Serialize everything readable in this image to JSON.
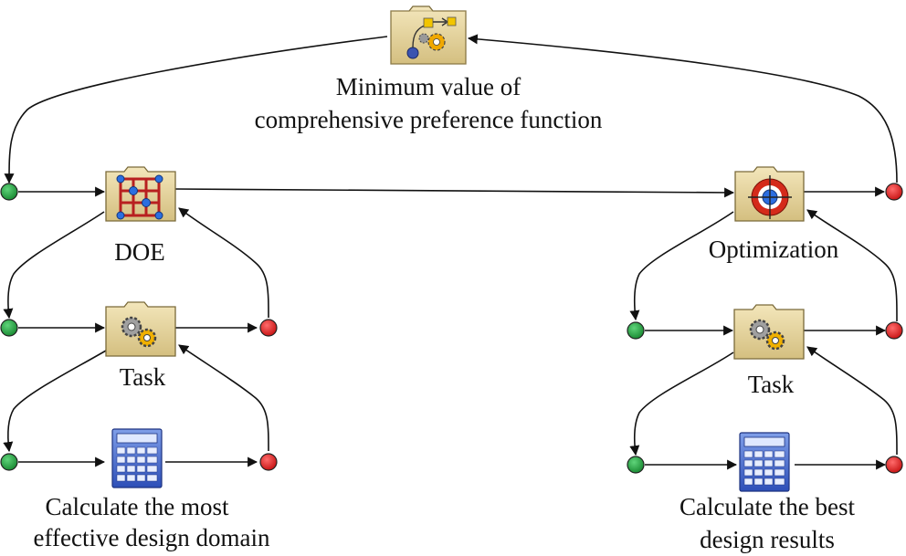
{
  "nodes": {
    "top": {
      "label_lines": [
        "Minimum value of",
        "comprehensive preference function"
      ],
      "icon": "workflow-icon"
    },
    "doe": {
      "label_lines": [
        "DOE"
      ],
      "icon": "doe-grid-icon"
    },
    "opt": {
      "label_lines": [
        "Optimization"
      ],
      "icon": "target-icon"
    },
    "task_left": {
      "label_lines": [
        "Task"
      ],
      "icon": "gears-icon"
    },
    "task_right": {
      "label_lines": [
        "Task"
      ],
      "icon": "gears-icon"
    },
    "calc_left": {
      "label_lines": [
        "Calculate the most",
        "effective design domain"
      ],
      "icon": "calculator-icon"
    },
    "calc_right": {
      "label_lines": [
        "Calculate the best",
        "design results"
      ],
      "icon": "calculator-icon"
    }
  },
  "colors": {
    "start_port": "#1e9a3c",
    "end_port": "#e01818",
    "arrow": "#111111",
    "folder": "#e2d19c",
    "calculator": "#3a5fc8"
  }
}
